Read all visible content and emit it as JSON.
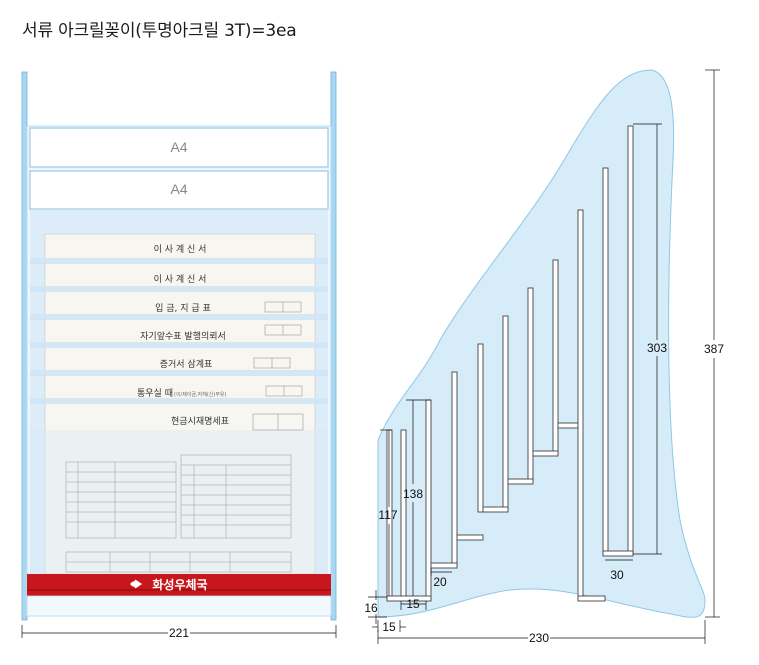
{
  "title": "서류 아크릴꽂이(투명아크릴 3T)=3ea",
  "front_view": {
    "slot_labels": [
      "A4",
      "A4"
    ],
    "documents": [
      "이 사 계 신 서",
      "이 사 계 신 서",
      "입 금, 지 급 표",
      "자기앞수표 발행의뢰서",
      "증거서 삼계표",
      "통우실 때",
      "현금시재명세표"
    ],
    "document_subtexts": {
      "통우실 때": "(이/제이금,자체(신)부유)"
    },
    "banner_text": "화성우체국",
    "banner_color": "#c8161d",
    "width_label": "221"
  },
  "side_view": {
    "dimensions": {
      "total_height": "387",
      "back_slot_height": "303",
      "front_slot_height": "138",
      "front_wall_height": "117",
      "step_depth": "20",
      "back_gap": "30",
      "slot_gap": "15",
      "base_thickness": "16",
      "front_offset": "15",
      "total_depth": "230"
    }
  },
  "colors": {
    "acrylic_fill": "#d6ecf8",
    "acrylic_edge": "#8cc8e8",
    "panel_edge": "#5a5a5a"
  }
}
